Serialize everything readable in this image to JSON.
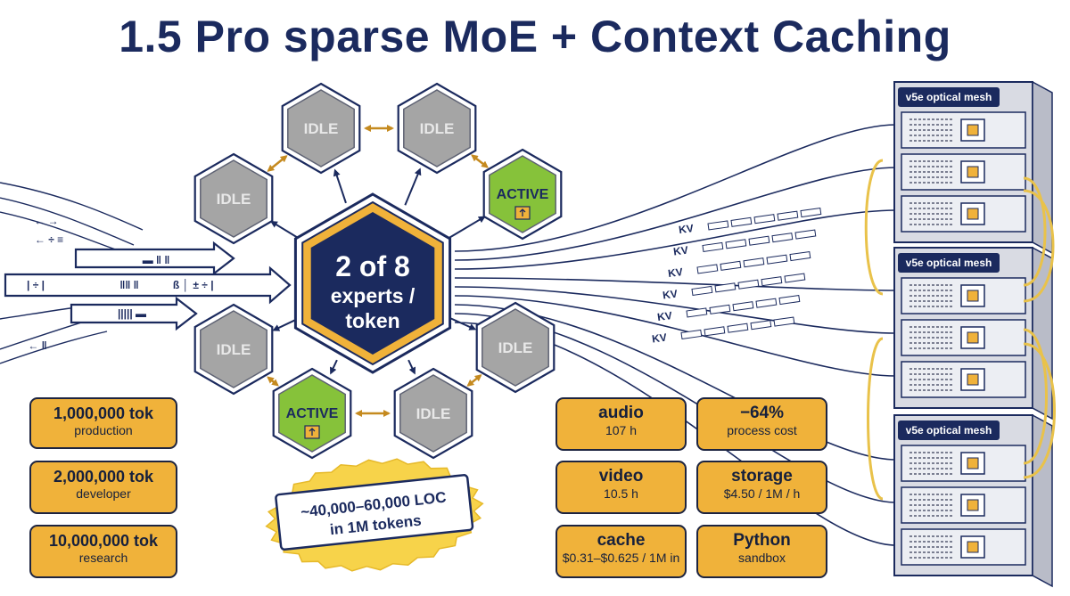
{
  "title": "1.5 Pro sparse MoE + Context Caching",
  "center": {
    "line1": "2 of 8",
    "line2": "experts /",
    "line3": "token"
  },
  "experts": [
    {
      "label": "IDLE",
      "state": "idle"
    },
    {
      "label": "IDLE",
      "state": "idle"
    },
    {
      "label": "IDLE",
      "state": "idle"
    },
    {
      "label": "ACTIVE",
      "state": "active"
    },
    {
      "label": "IDLE",
      "state": "idle"
    },
    {
      "label": "IDLE",
      "state": "idle"
    },
    {
      "label": "ACTIVE",
      "state": "active"
    },
    {
      "label": "IDLE",
      "state": "idle"
    }
  ],
  "context_tiers": [
    {
      "value": "1,000,000 tok",
      "label": "production"
    },
    {
      "value": "2,000,000 tok",
      "label": "developer"
    },
    {
      "value": "10,000,000 tok",
      "label": "research"
    }
  ],
  "stamp": {
    "line1": "~40,000–60,000 LOC",
    "line2": "in 1M tokens"
  },
  "capabilities": [
    {
      "value": "audio",
      "label": "107 h"
    },
    {
      "value": "−64%",
      "label": "process cost"
    },
    {
      "value": "video",
      "label": "10.5 h"
    },
    {
      "value": "storage",
      "label": "$4.50 / 1M / h"
    },
    {
      "value": "cache",
      "label": "$0.31–$0.625 / 1M in"
    },
    {
      "value": "Python",
      "label": "sandbox"
    }
  ],
  "kv_label": "KV",
  "racks": [
    {
      "label": "v5e optical mesh"
    },
    {
      "label": "v5e optical mesh"
    },
    {
      "label": "v5e optical mesh"
    }
  ],
  "input_glyphs": [
    "← →",
    "← ÷ ≡",
    "▬ ‖ ‖",
    "| ÷ |",
    "‖‖ ‖",
    "ß │",
    "± ÷ |",
    "|||||  ▬",
    "← ‖"
  ],
  "colors": {
    "navy": "#1b2a5e",
    "gold": "#f0b23a",
    "idle": "#a5a5a5",
    "active": "#86c23a",
    "ink": "#1d2440"
  }
}
